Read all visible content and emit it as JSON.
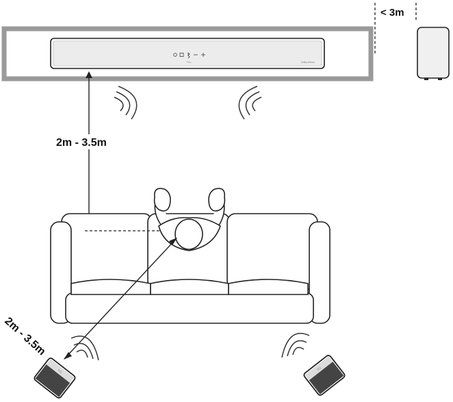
{
  "labels": {
    "soundbar_distance": "2m - 3.5m",
    "rear_distance": "2m - 3.5m",
    "subwoofer_distance": "< 3m"
  },
  "soundbar": {
    "brand": "TCL",
    "logo": "Dolby Atmos",
    "button_icons": [
      "power-icon",
      "input-icon",
      "bluetooth-icon",
      "volume-down-icon",
      "volume-up-icon"
    ]
  },
  "rear_speakers": {
    "left_brand": "TCL",
    "right_brand": "TCL"
  },
  "colors": {
    "line": "#222222",
    "wall": "#9a9a9a",
    "fill": "#ffffff"
  }
}
